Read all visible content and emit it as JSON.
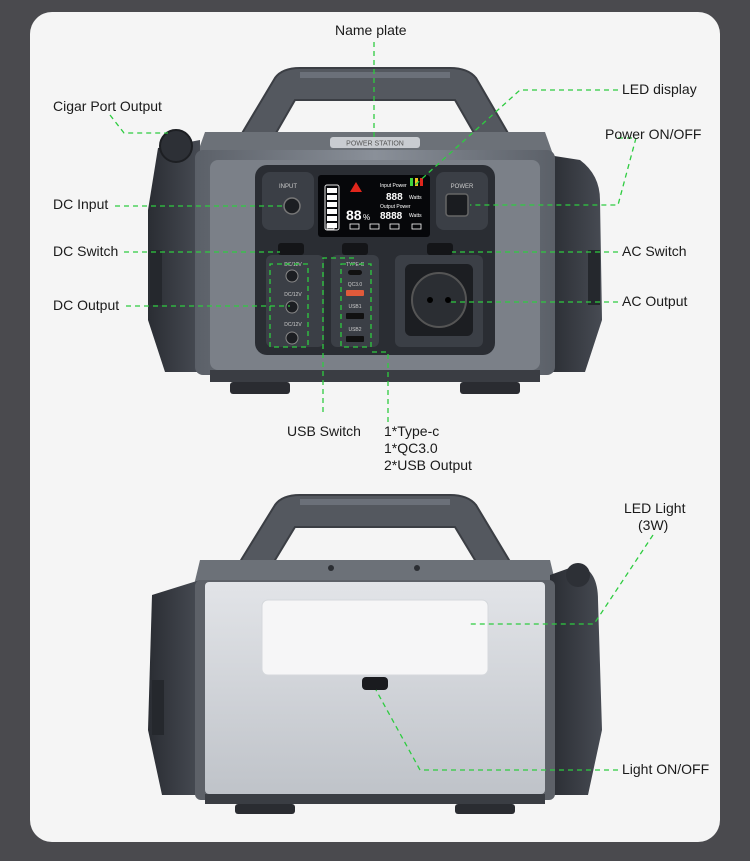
{
  "labels": {
    "name_plate": "Name plate",
    "led_display": "LED display",
    "cigar_port": "Cigar Port Output",
    "power_onoff": "Power ON/OFF",
    "dc_input": "DC Input",
    "dc_switch": "DC Switch",
    "ac_switch": "AC Switch",
    "dc_output": "DC Output",
    "ac_output": "AC Output",
    "usb_switch": "USB Switch",
    "usb_output_line1": "1*Type-c",
    "usb_output_line2": "1*QC3.0",
    "usb_output_line3": "2*USB Output",
    "led_light_line1": "LED Light",
    "led_light_line2": "(3W)",
    "light_onoff": "Light ON/OFF"
  },
  "device": {
    "nameplate_text": "POWER STATION",
    "input_label": "INPUT",
    "power_label": "POWER",
    "typec_label": "TYPE-C",
    "qc_label": "QC3.0",
    "usb1_label": "USB1",
    "usb2_label": "USB2",
    "dc_port_label": "DC/12V",
    "lcd_input_label": "Input Power",
    "lcd_output_label": "Output Power",
    "lcd_input_value": "888",
    "lcd_output_value": "8888",
    "lcd_battery_value": "88",
    "lcd_unit": "Watts",
    "lcd_percent": "%"
  },
  "colors": {
    "leader_line": "#2ecc40",
    "background": "#4a4a4e",
    "card": "#f5f5f5"
  }
}
